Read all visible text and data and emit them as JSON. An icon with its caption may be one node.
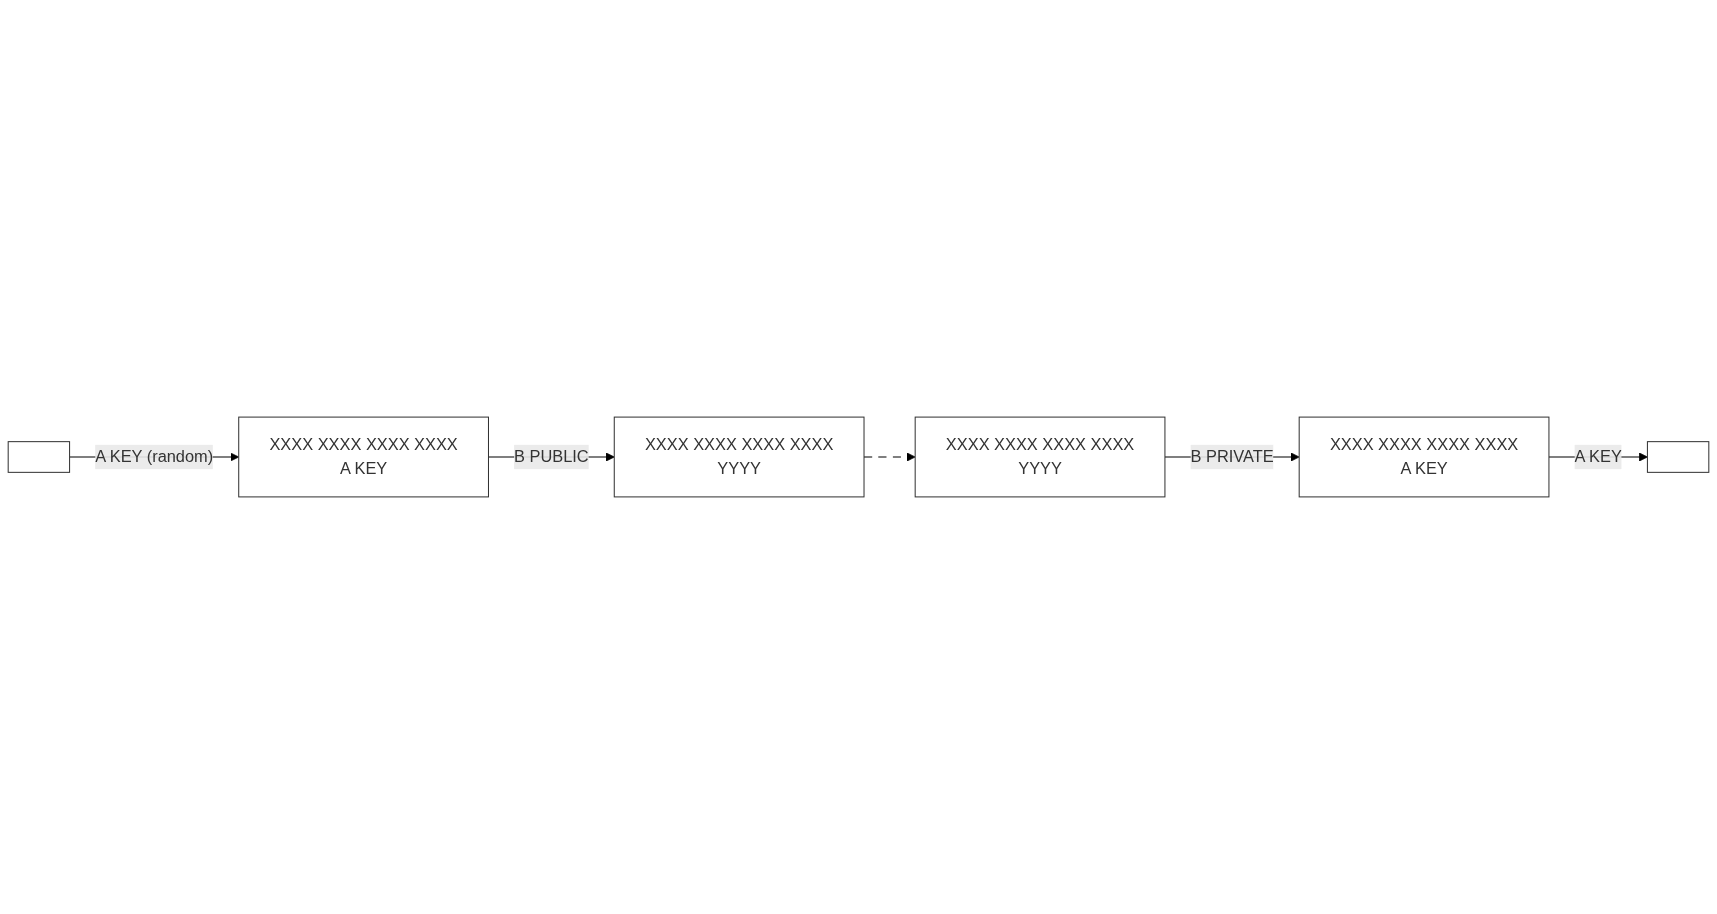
{
  "diagram": {
    "nodes": [
      {
        "text": [],
        "shape": "box"
      },
      {
        "text": [
          "XXXX XXXX XXXX XXXX",
          "A KEY"
        ]
      },
      {
        "text": [
          "XXXX XXXX XXXX XXXX",
          "YYYY"
        ]
      },
      {
        "text": [
          "XXXX XXXX XXXX XXXX",
          "YYYY"
        ]
      },
      {
        "text": [
          "XXXX XXXX XXXX XXXX",
          "A KEY"
        ]
      },
      {
        "text": [],
        "shape": "box"
      }
    ],
    "edges": [
      {
        "from": 0,
        "to": 1,
        "arrow": "to",
        "label": "A KEY (random)"
      },
      {
        "from": 1,
        "to": 2,
        "arrow": "to",
        "label": "B PUBLIC"
      },
      {
        "from": 2,
        "to": 3,
        "arrow": "to",
        "style": "dashed"
      },
      {
        "from": 3,
        "to": 4,
        "arrow": "to",
        "label": "B PRIVATE"
      },
      {
        "from": 4,
        "to": 5,
        "arrow": "to",
        "label": "A KEY"
      }
    ]
  }
}
